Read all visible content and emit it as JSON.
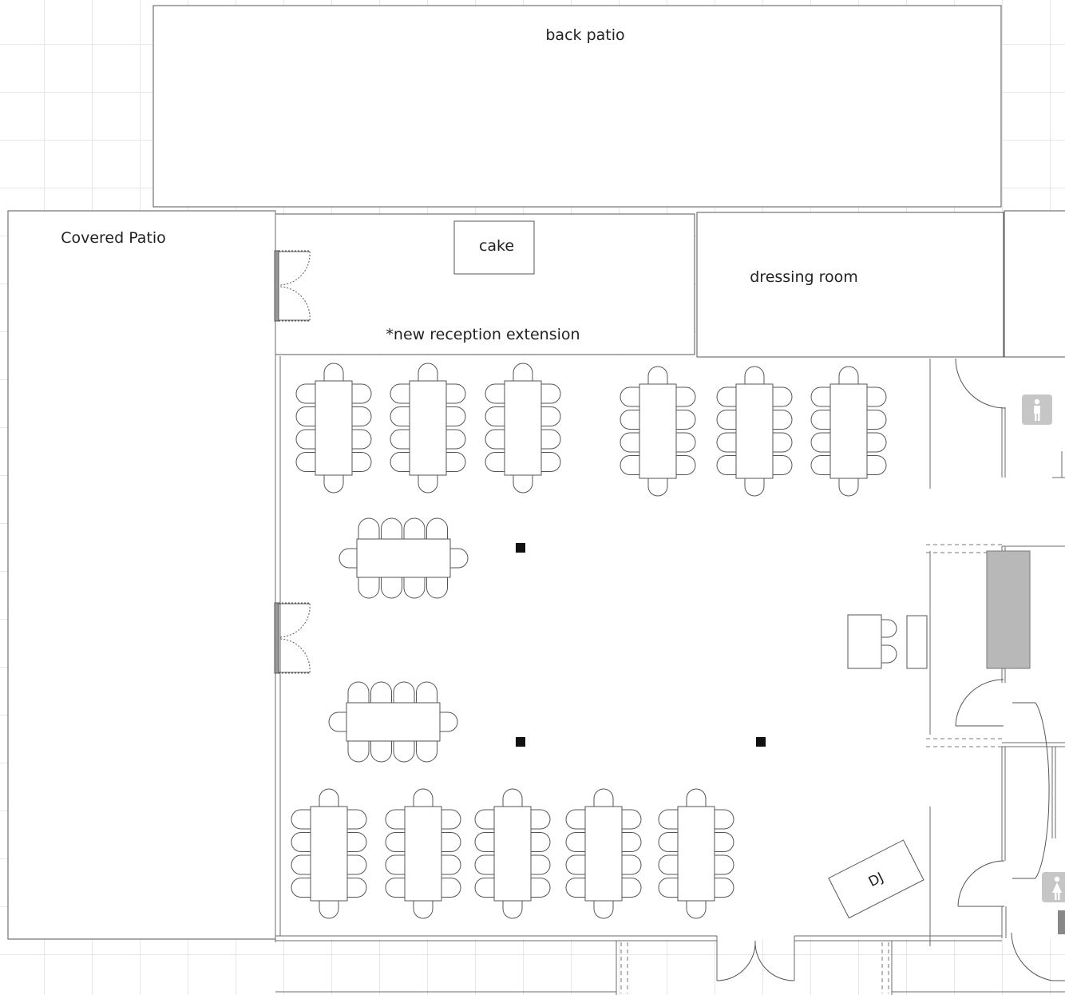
{
  "diagram": {
    "labels": {
      "back_patio": "back patio",
      "covered_patio": "Covered Patio",
      "cake": "cake",
      "reception_extension": "*new reception extension",
      "dressing_room": "dressing room",
      "dj": "DJ"
    },
    "icons": {
      "restroom_men": "male-restroom-icon",
      "restroom_women": "female-restroom-icon"
    },
    "colors": {
      "wall": "#6b6b6b",
      "line": "#555555",
      "grid": "#e6e6e6",
      "column": "#111111",
      "gray_block": "#b8b8b8"
    }
  }
}
